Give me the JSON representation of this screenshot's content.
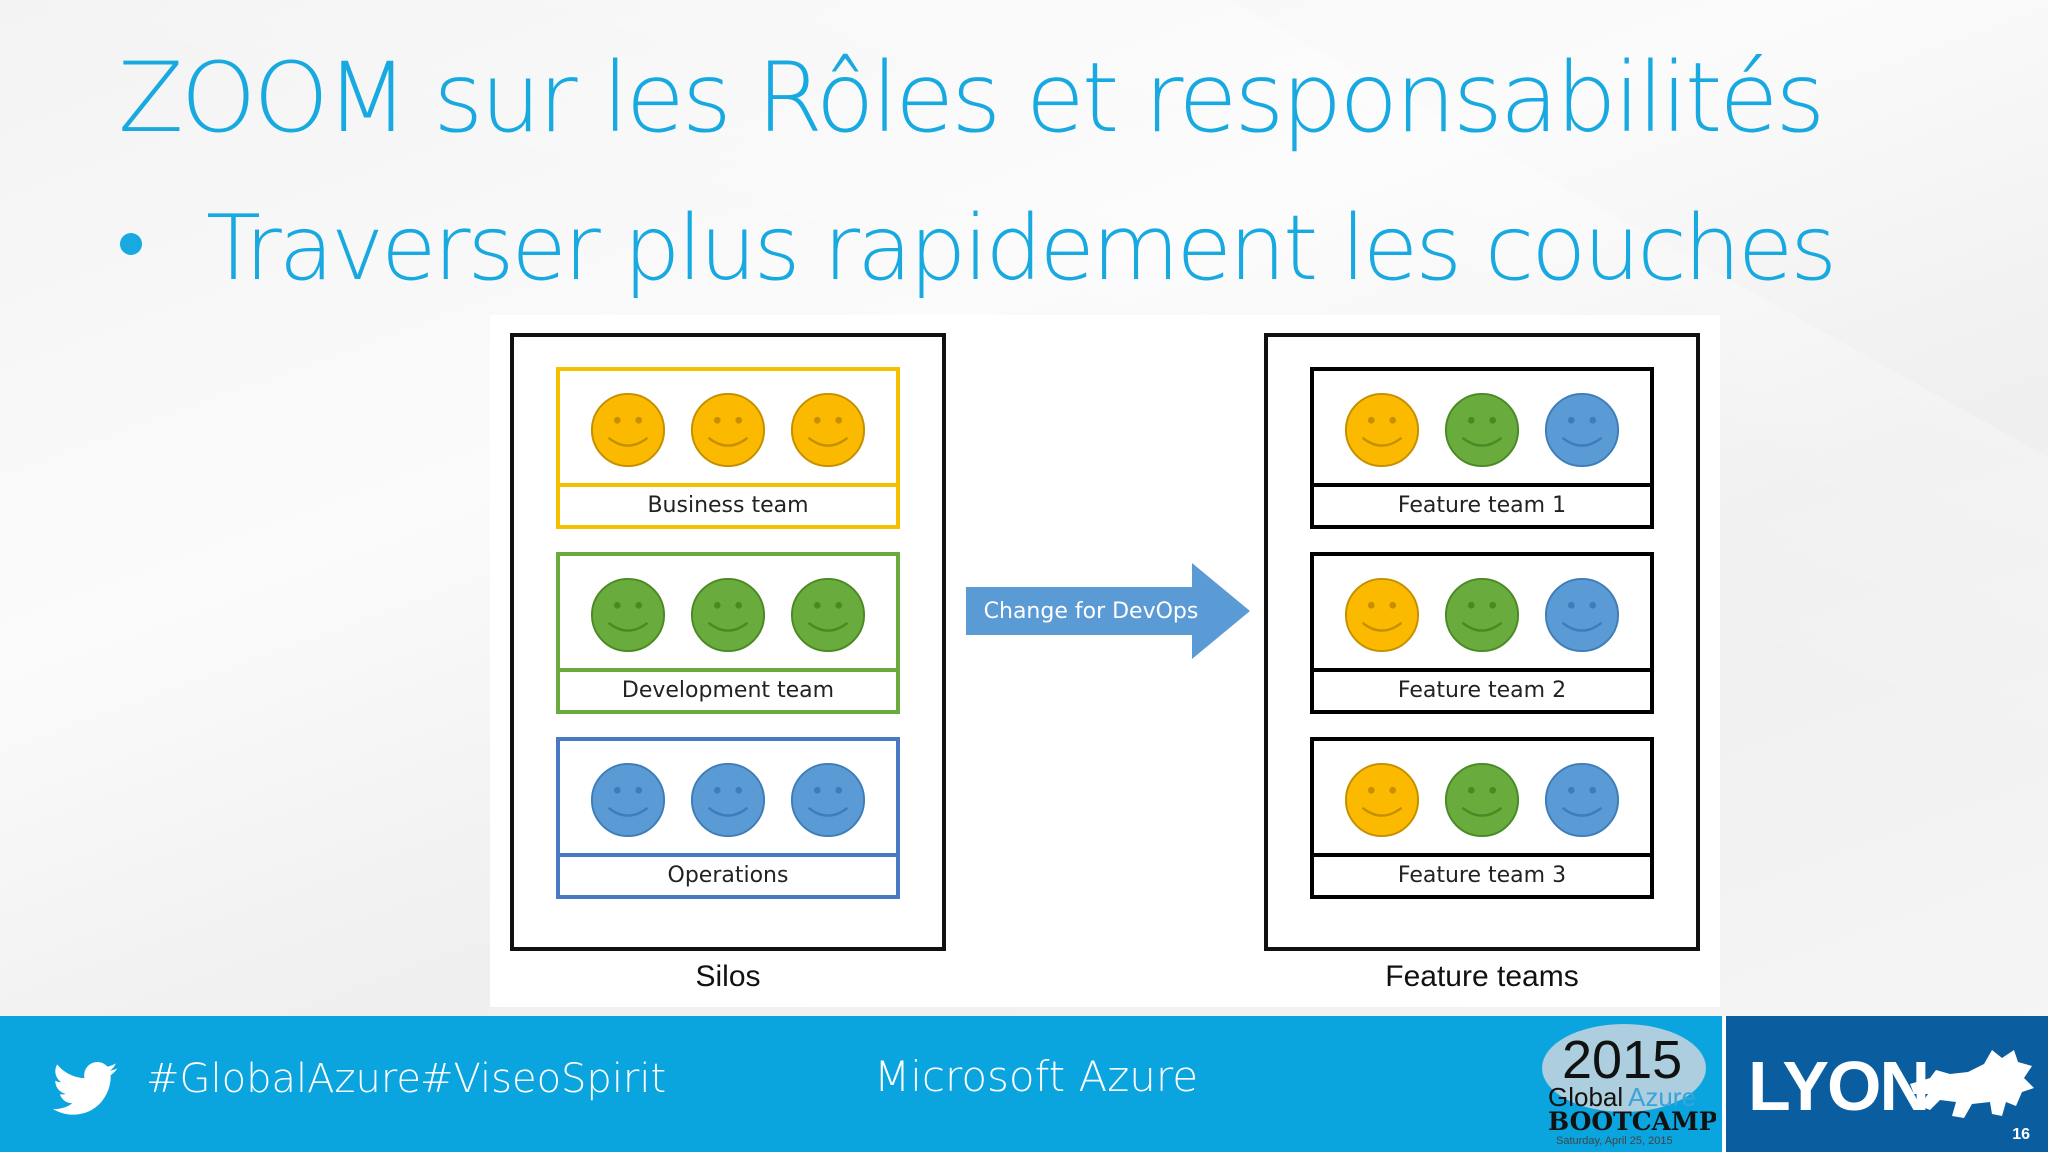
{
  "slide": {
    "title": "ZOOM sur les Rôles et responsabilités",
    "bullet": "Traverser plus rapidement les couches"
  },
  "diagram": {
    "left_group": {
      "caption": "Silos",
      "teams": [
        {
          "label": "Business team",
          "border_color": "#f5c000",
          "faces": [
            "yellow",
            "yellow",
            "yellow"
          ]
        },
        {
          "label": "Development team",
          "border_color": "#6aab3e",
          "faces": [
            "green",
            "green",
            "green"
          ]
        },
        {
          "label": "Operations",
          "border_color": "#4a79c4",
          "faces": [
            "blue",
            "blue",
            "blue"
          ]
        }
      ]
    },
    "arrow": {
      "label": "Change for DevOps",
      "color": "#5b9bd5"
    },
    "right_group": {
      "caption": "Feature teams",
      "teams": [
        {
          "label": "Feature team 1",
          "border_color": "#000000",
          "faces": [
            "yellow",
            "green",
            "blue"
          ]
        },
        {
          "label": "Feature team 2",
          "border_color": "#000000",
          "faces": [
            "yellow",
            "green",
            "blue"
          ]
        },
        {
          "label": "Feature team 3",
          "border_color": "#000000",
          "faces": [
            "yellow",
            "green",
            "blue"
          ]
        }
      ]
    },
    "face_colors": {
      "yellow": {
        "fill": "#fbb900",
        "stroke": "#c58f00"
      },
      "green": {
        "fill": "#6aab3e",
        "stroke": "#4a8a24"
      },
      "blue": {
        "fill": "#5b9bd5",
        "stroke": "#3f7cb8"
      }
    }
  },
  "footer": {
    "hashtags": [
      "#GlobalAzure",
      "#ViseoSpirit"
    ],
    "center_text": "Microsoft Azure",
    "bootcamp": {
      "year": "2015",
      "line1": "Global",
      "line1b": "Azure",
      "line2": "BOOTCAMP",
      "date": "Saturday, April 25, 2015"
    },
    "city": "LYON",
    "page_number": "16",
    "bar_color": "#0aa4de",
    "city_panel_color": "#0a5d9e",
    "icons": [
      "twitter-bird-icon",
      "lion-icon"
    ]
  }
}
